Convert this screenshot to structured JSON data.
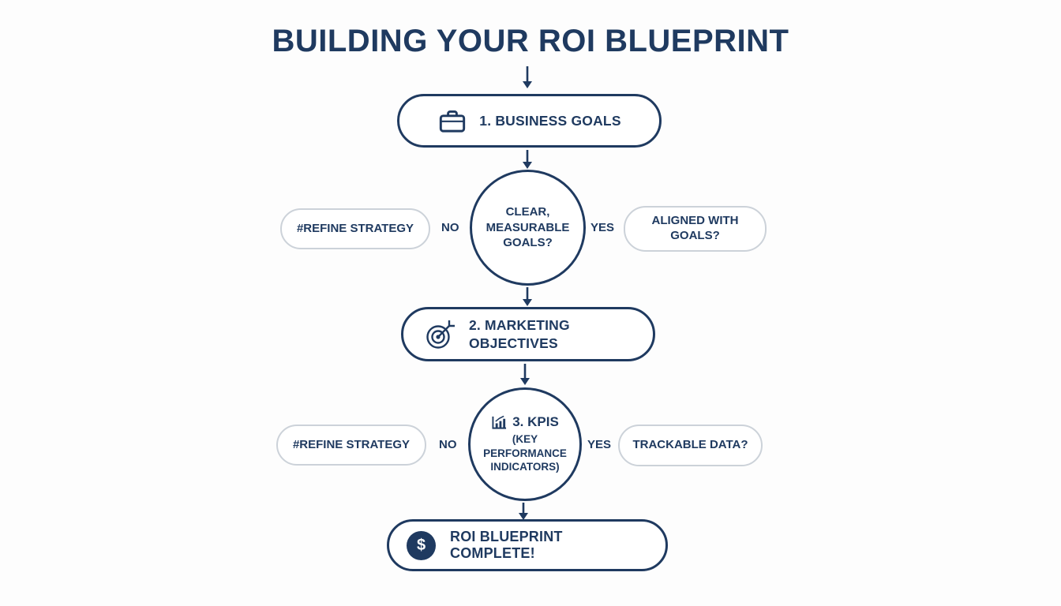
{
  "title": "BUILDING YOUR ROI BLUEPRINT",
  "colors": {
    "navy": "#1f3a60",
    "gray_border": "#ccd2d9",
    "background": "#fdfdfd"
  },
  "flow": {
    "step1": "1. BUSINESS GOALS",
    "decision1": "CLEAR, MEASURABLE GOALS?",
    "decision1_no_label": "NO",
    "decision1_yes_label": "YES",
    "refine1": "#REFINE STRATEGY",
    "aligned": "ALIGNED WITH GOALS?",
    "step2": "2. MARKETING OBJECTIVES",
    "decision2_title": "3. KPIS",
    "decision2_sub": "(KEY PERFORMANCE INDICATORS)",
    "decision2_no_label": "NO",
    "decision2_yes_label": "YES",
    "refine2": "#REFINE STRATEGY",
    "trackable": "TRACKABLE DATA?",
    "final": "ROI BLUEPRINT COMPLETE!",
    "dollar_symbol": "$"
  },
  "icons": {
    "step1": "briefcase-icon",
    "step2": "target-icon",
    "decision2": "bar-chart-icon",
    "final": "dollar-icon",
    "connector": "arrow-down-icon"
  }
}
